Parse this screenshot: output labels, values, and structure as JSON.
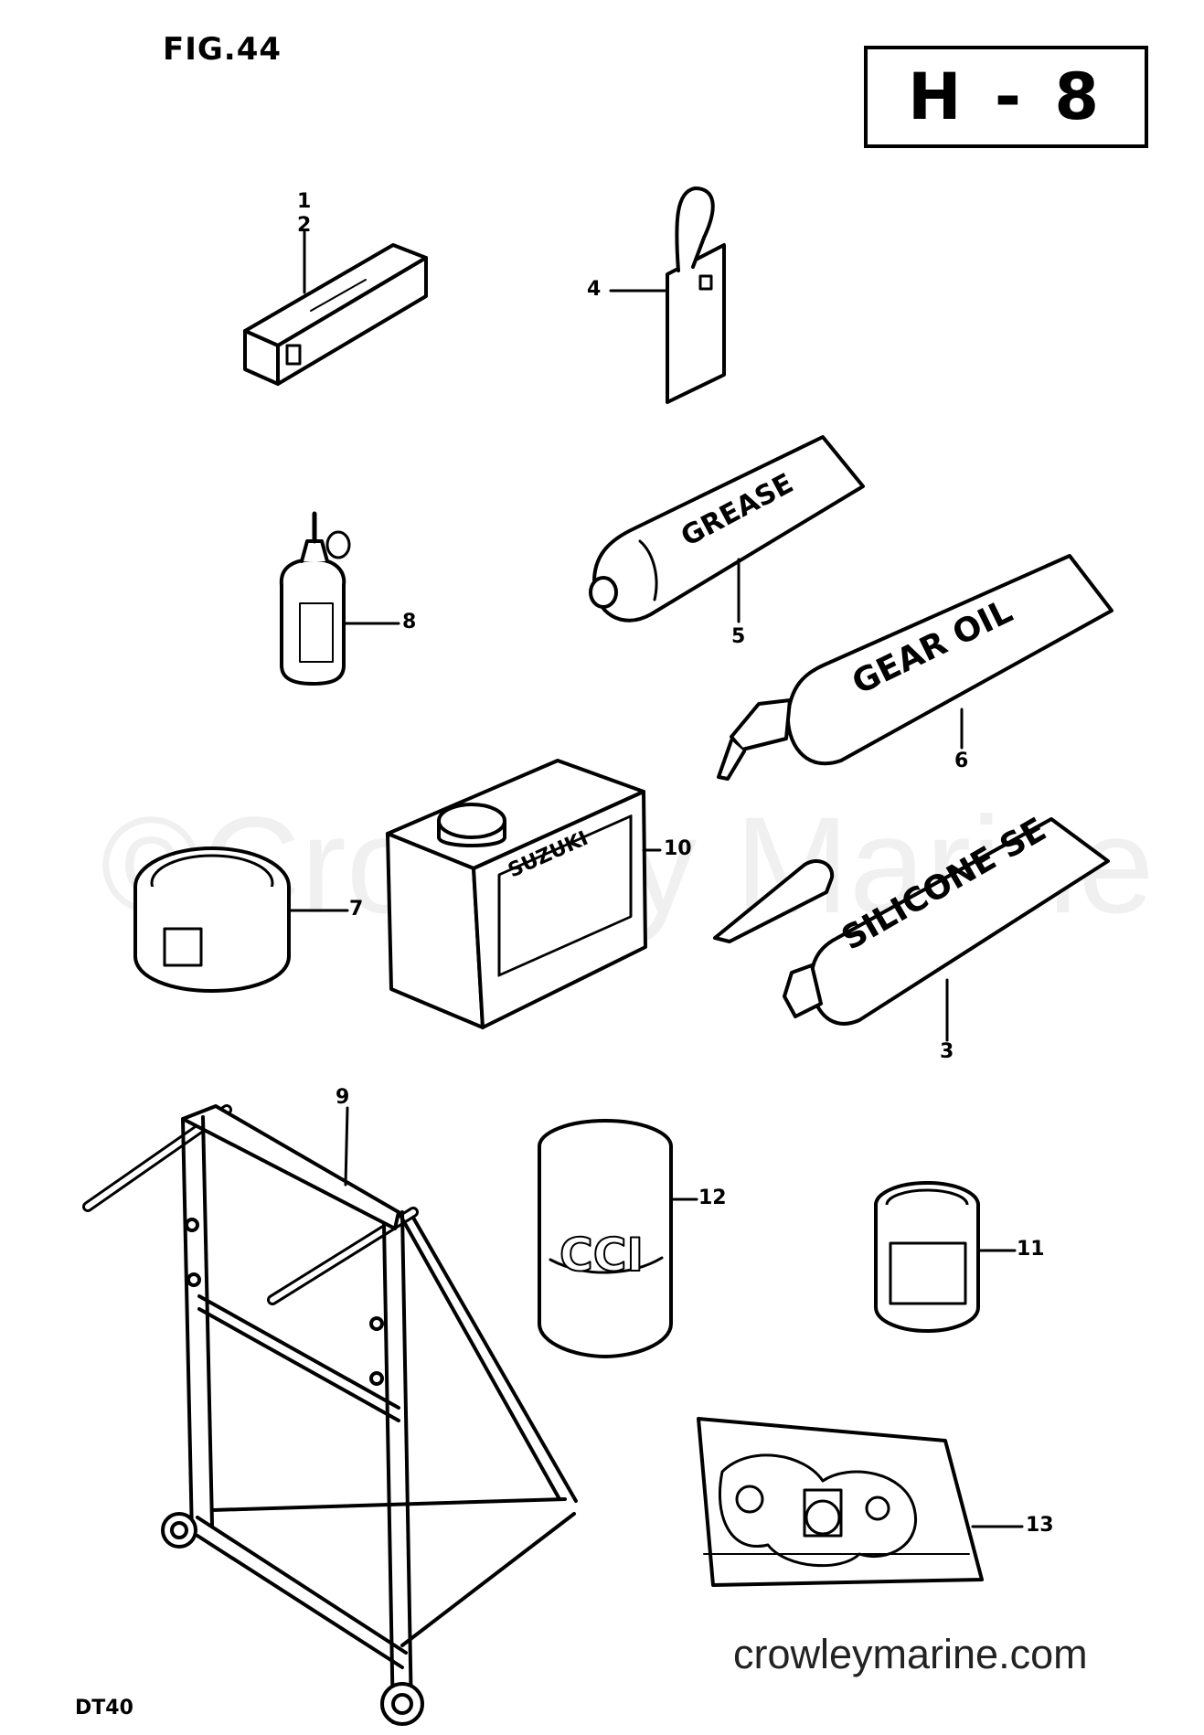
{
  "header": {
    "figure": "FIG.44",
    "section": "H - 8"
  },
  "footer": {
    "model": "DT40",
    "website": "crowleymarine.com"
  },
  "watermark": "©Crowley Marine",
  "callouts": [
    "1",
    "2",
    "3",
    "4",
    "5",
    "6",
    "7",
    "8",
    "9",
    "10",
    "11",
    "12",
    "13"
  ],
  "product_labels": {
    "grease": "GREASE",
    "gear_oil": "GEAR OIL",
    "silicone": "SILICONE SE",
    "suzuki": "SUZUKI",
    "cci": "CCI"
  },
  "colors": {
    "ink": "#000000",
    "paper": "#ffffff"
  }
}
